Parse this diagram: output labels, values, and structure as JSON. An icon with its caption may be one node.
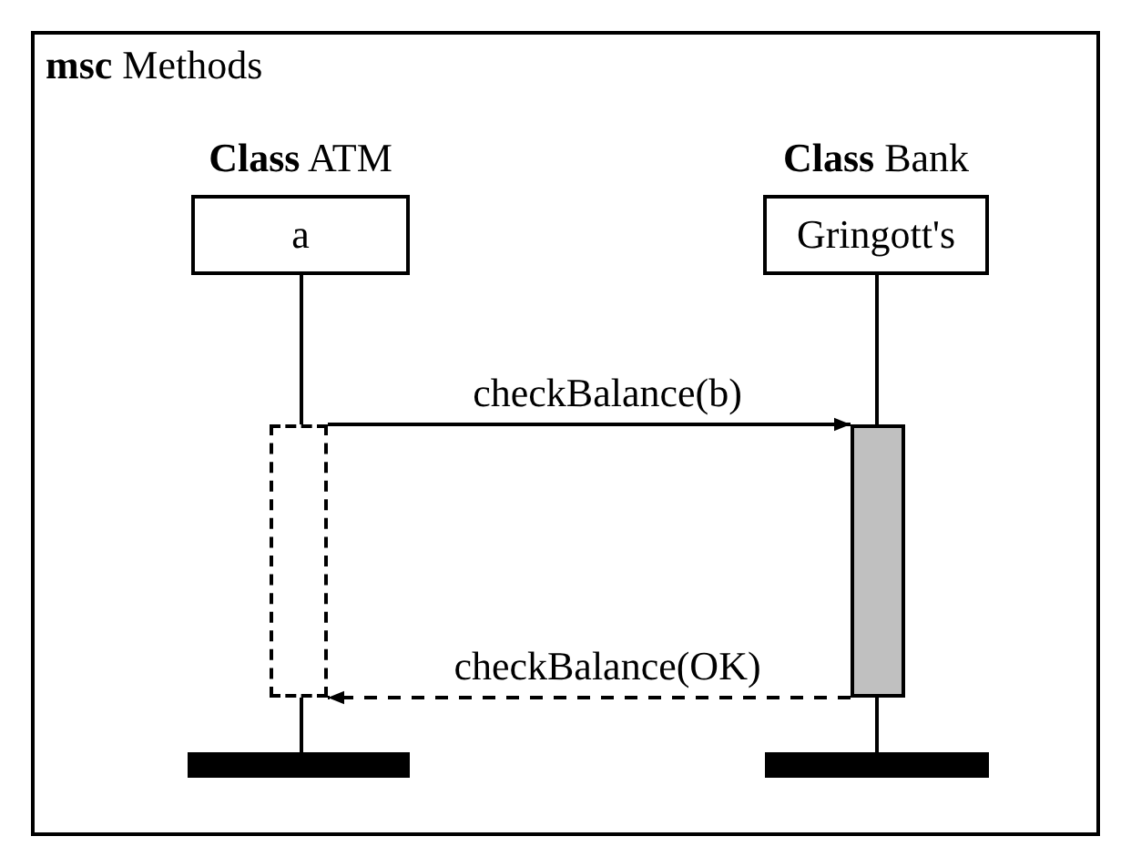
{
  "diagram": {
    "nodes": [
      {
        "text": [
          "**msc** Methods"
        ]
      },
      {
        "text": [
          "**Class** ATM",
          "a"
        ],
        "in": 0
      },
      {
        "text": [
          "**Class** Bank",
          "Gringott's"
        ],
        "in": 0
      },
      {
        "text": [],
        "shape": "box",
        "in": 0
      },
      {
        "text": [],
        "shape": "box",
        "in": 0
      },
      {
        "text": [],
        "shape": "bar",
        "in": 0
      },
      {
        "text": [],
        "shape": "bar",
        "in": 0
      }
    ],
    "edges": [
      {
        "from": 1,
        "to": 3,
        "arrow": "none"
      },
      {
        "from": 3,
        "to": 5,
        "arrow": "none"
      },
      {
        "from": 2,
        "to": 4,
        "arrow": "none"
      },
      {
        "from": 4,
        "to": 6,
        "arrow": "none"
      },
      {
        "from": 3,
        "to": 4,
        "arrow": "to",
        "label": "checkBalance(b)"
      },
      {
        "from": 4,
        "to": 3,
        "arrow": "to",
        "label": "checkBalance(OK)",
        "style": "dashed"
      }
    ]
  }
}
